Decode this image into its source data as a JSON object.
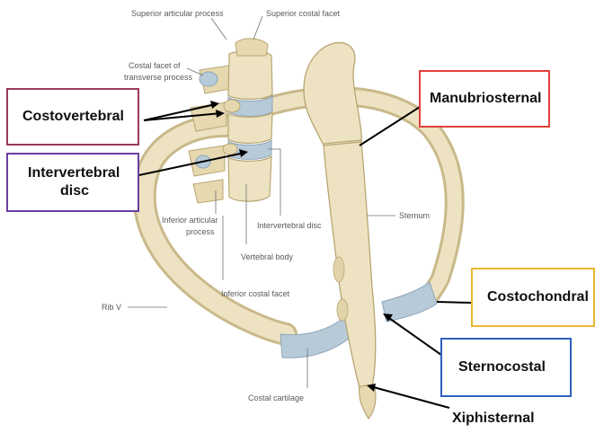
{
  "anatomy_labels": {
    "superior_articular_process": "Superior articular process",
    "superior_costal_facet": "Superior costal facet",
    "costal_facet_line1": "Costal facet of",
    "costal_facet_line2": "transverse process",
    "inferior_articular_line1": "Inferior articular",
    "inferior_articular_line2": "process",
    "intervertebral_disc_small": "Intervertebral disc",
    "vertebral_body": "Vertebral body",
    "inferior_costal_facet": "Inferior costal facet",
    "sternum": "Sternum",
    "rib_v": "Rib V",
    "costal_cartilage": "Costal cartilage"
  },
  "joint_labels": {
    "costovertebral": "Costovertebral",
    "intervertebral_line1": "Intervertebral",
    "intervertebral_line2": "disc",
    "manubriosternal": "Manubriosternal",
    "costochondral": "Costochondral",
    "sternocostal": "Sternocostal",
    "xiphisternal": "Xiphisternal"
  },
  "colors": {
    "bone": "#ede3c2",
    "bone_shadow": "#c9b98a",
    "cartilage": "#b7cad8",
    "costovertebral_border": "#9b3a5a",
    "intervertebral_border": "#6a3fa0",
    "manubriosternal_border": "#e0403a",
    "costochondral_border": "#e8b830",
    "sternocostal_border": "#2f5fc0"
  }
}
